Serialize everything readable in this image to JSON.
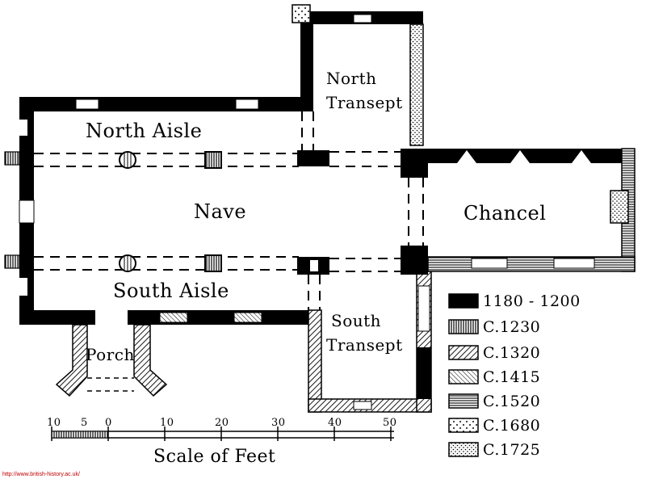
{
  "plan": {
    "rooms": {
      "north_transept_1": "North",
      "north_transept_2": "Transept",
      "north_aisle": "North Aisle",
      "nave": "Nave",
      "chancel": "Chancel",
      "south_aisle": "South Aisle",
      "south_transept_1": "South",
      "south_transept_2": "Transept",
      "porch": "Porch"
    }
  },
  "legend": {
    "items": [
      {
        "label": "1180 - 1200",
        "pattern": "solid"
      },
      {
        "label": "C.1230",
        "pattern": "vertical-lines"
      },
      {
        "label": "C.1320",
        "pattern": "diagonal-hatch"
      },
      {
        "label": "C.1415",
        "pattern": "fine-diagonal-hatch"
      },
      {
        "label": "C.1520",
        "pattern": "horizontal-lines"
      },
      {
        "label": "C.1680",
        "pattern": "crosses-dots"
      },
      {
        "label": "C.1725",
        "pattern": "dots"
      }
    ]
  },
  "scale": {
    "ticks": [
      "10",
      "5",
      "0",
      "10",
      "20",
      "30",
      "40",
      "50"
    ],
    "title": "Scale of Feet"
  },
  "source_url": "http://www.british-history.ac.uk/"
}
